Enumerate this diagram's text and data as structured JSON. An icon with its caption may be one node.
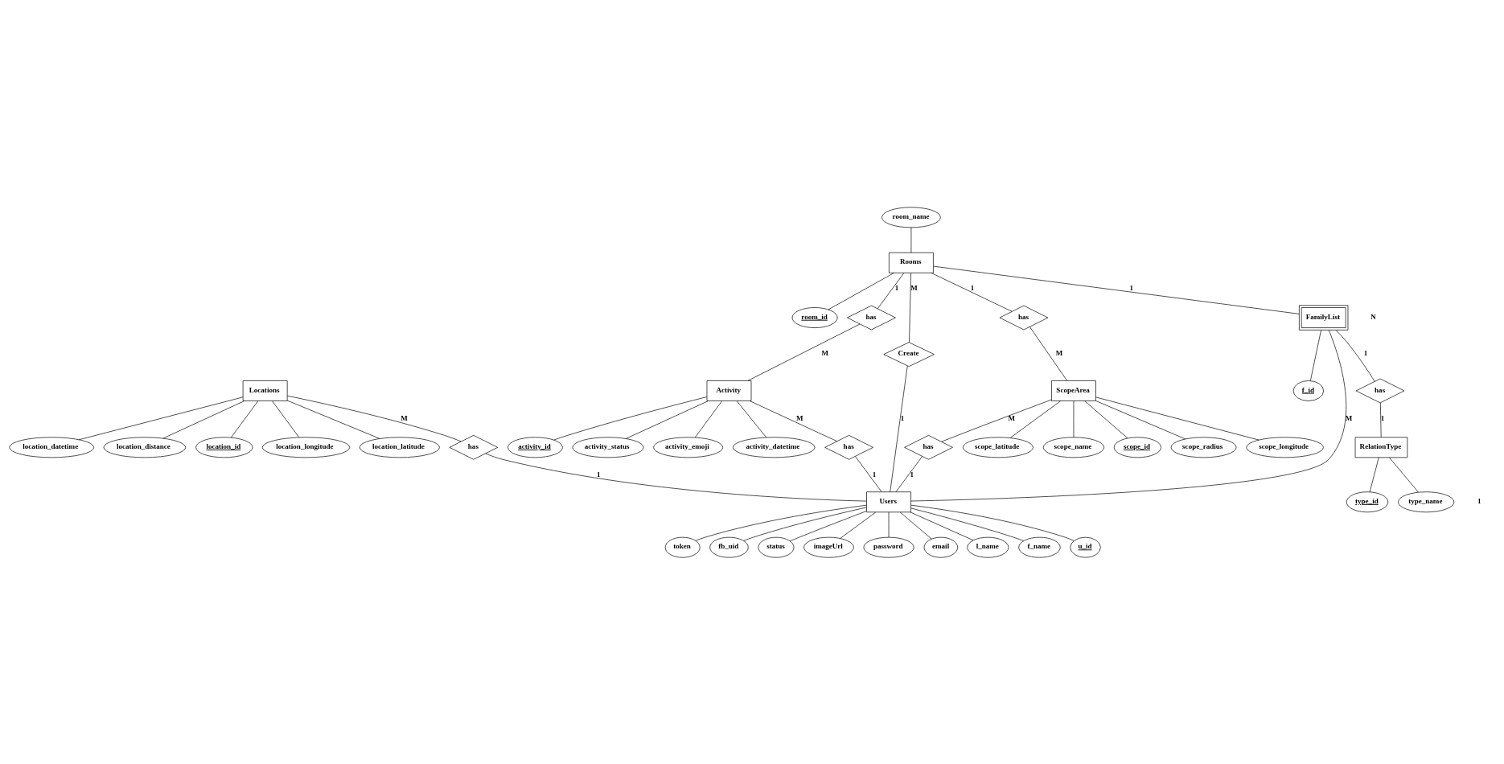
{
  "diagram": {
    "nodes": [
      {
        "text": [
          "Rooms"
        ]
      },
      {
        "text": [
          "room_name"
        ]
      },
      {
        "text": [
          "room_id"
        ]
      },
      {
        "text": [
          "has"
        ]
      },
      {
        "text": [
          "has"
        ]
      },
      {
        "text": [
          "Create"
        ]
      },
      {
        "text": [
          "Activity"
        ]
      },
      {
        "text": [
          "activity_id"
        ]
      },
      {
        "text": [
          "activity_status"
        ]
      },
      {
        "text": [
          "activity_emoji"
        ]
      },
      {
        "text": [
          "activity_datetime"
        ]
      },
      {
        "text": [
          "ScopeArea"
        ]
      },
      {
        "text": [
          "scope_radius"
        ]
      },
      {
        "text": [
          "scope_longitude"
        ]
      },
      {
        "text": [
          "scope_latitude"
        ]
      },
      {
        "text": [
          "scope_name"
        ]
      },
      {
        "text": [
          "scope_id"
        ]
      },
      {
        "text": [
          "Locations"
        ]
      },
      {
        "text": [
          "location_longitude"
        ]
      },
      {
        "text": [
          "location_latitude"
        ]
      },
      {
        "text": [
          "location_datetime"
        ]
      },
      {
        "text": [
          "location_distance"
        ]
      },
      {
        "text": [
          "location_id"
        ]
      },
      {
        "text": [
          "FamilyList"
        ]
      },
      {
        "text": [
          "f_id"
        ]
      },
      {
        "text": [
          "has"
        ]
      },
      {
        "text": [
          "RelationType"
        ]
      },
      {
        "text": [
          "type_name"
        ]
      },
      {
        "text": [
          "type_id"
        ]
      },
      {
        "text": [
          "has"
        ]
      },
      {
        "text": [
          "has"
        ]
      },
      {
        "text": [
          "has"
        ]
      },
      {
        "text": [
          "Users"
        ]
      },
      {
        "text": [
          "token"
        ]
      },
      {
        "text": [
          "fb_uid"
        ]
      },
      {
        "text": [
          "status"
        ]
      },
      {
        "text": [
          "imageUrl"
        ]
      },
      {
        "text": [
          "password"
        ]
      },
      {
        "text": [
          "email"
        ]
      },
      {
        "text": [
          "l_name"
        ]
      },
      {
        "text": [
          "f_name"
        ]
      },
      {
        "text": [
          "u_id"
        ]
      }
    ],
    "edges": [
      {
        "from": 1,
        "to": 0,
        "arrow": "none"
      },
      {
        "from": 0,
        "to": 2,
        "arrow": "none"
      },
      {
        "from": 0,
        "to": 3,
        "arrow": "none",
        "label": "1"
      },
      {
        "from": 3,
        "to": 6,
        "arrow": "none",
        "label": "M"
      },
      {
        "from": 0,
        "to": 4,
        "arrow": "none",
        "label": "1"
      },
      {
        "from": 4,
        "to": 11,
        "arrow": "none",
        "label": "M"
      },
      {
        "from": 0,
        "to": 5,
        "arrow": "none",
        "label": "M"
      },
      {
        "from": 5,
        "to": 32,
        "arrow": "none",
        "label": "1"
      },
      {
        "from": 0,
        "to": 23,
        "arrow": "none",
        "label": "1"
      },
      {
        "from": 6,
        "to": 7,
        "arrow": "none"
      },
      {
        "from": 6,
        "to": 8,
        "arrow": "none"
      },
      {
        "from": 6,
        "to": 9,
        "arrow": "none"
      },
      {
        "from": 6,
        "to": 10,
        "arrow": "none"
      },
      {
        "from": 11,
        "to": 12,
        "arrow": "none"
      },
      {
        "from": 11,
        "to": 13,
        "arrow": "none"
      },
      {
        "from": 11,
        "to": 14,
        "arrow": "none"
      },
      {
        "from": 11,
        "to": 15,
        "arrow": "none"
      },
      {
        "from": 11,
        "to": 16,
        "arrow": "none"
      },
      {
        "from": 17,
        "to": 18,
        "arrow": "none"
      },
      {
        "from": 17,
        "to": 19,
        "arrow": "none"
      },
      {
        "from": 17,
        "to": 20,
        "arrow": "none"
      },
      {
        "from": 17,
        "to": 21,
        "arrow": "none"
      },
      {
        "from": 17,
        "to": 22,
        "arrow": "none"
      },
      {
        "from": 23,
        "to": 24,
        "arrow": "none"
      },
      {
        "from": 23,
        "to": 25,
        "arrow": "none",
        "label": "1"
      },
      {
        "from": 25,
        "to": 26,
        "arrow": "none",
        "label": "1"
      },
      {
        "from": 26,
        "to": 27,
        "arrow": "none"
      },
      {
        "from": 26,
        "to": 28,
        "arrow": "none"
      },
      {
        "from": 6,
        "to": 29,
        "arrow": "none",
        "label": "M"
      },
      {
        "from": 29,
        "to": 32,
        "arrow": "none",
        "label": "1"
      },
      {
        "from": 11,
        "to": 30,
        "arrow": "none",
        "label": "M"
      },
      {
        "from": 30,
        "to": 32,
        "arrow": "none",
        "label": "1"
      },
      {
        "from": 17,
        "to": 31,
        "arrow": "none",
        "label": "M"
      },
      {
        "from": 31,
        "to": 32,
        "arrow": "none",
        "label": "1"
      },
      {
        "from": 23,
        "to": 32,
        "arrow": "none",
        "label": "M"
      },
      {
        "from": 32,
        "to": 33,
        "arrow": "none"
      },
      {
        "from": 32,
        "to": 34,
        "arrow": "none"
      },
      {
        "from": 32,
        "to": 35,
        "arrow": "none"
      },
      {
        "from": 32,
        "to": 36,
        "arrow": "none"
      },
      {
        "from": 32,
        "to": 37,
        "arrow": "none"
      },
      {
        "from": 32,
        "to": 38,
        "arrow": "none"
      },
      {
        "from": 32,
        "to": 39,
        "arrow": "none"
      },
      {
        "from": 32,
        "to": 40,
        "arrow": "none"
      },
      {
        "from": 32,
        "to": 41,
        "arrow": "none"
      }
    ],
    "labels": [
      "N",
      "1"
    ]
  }
}
